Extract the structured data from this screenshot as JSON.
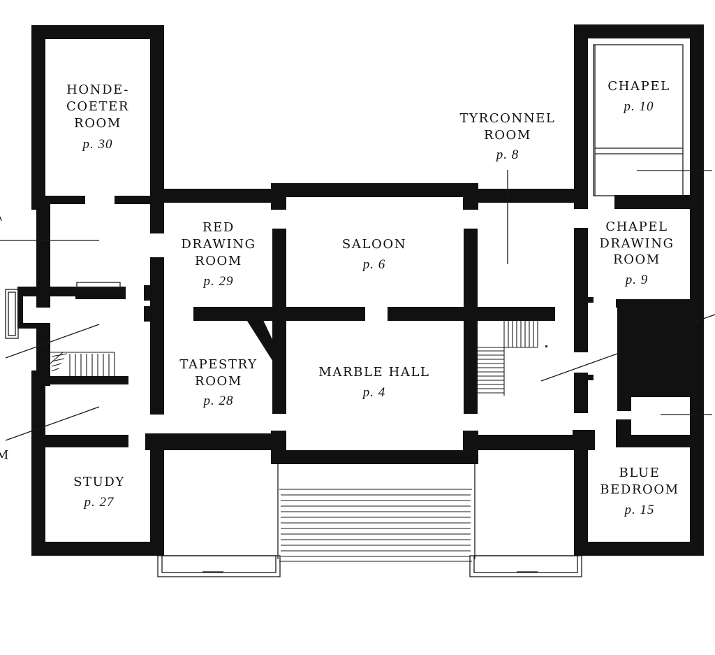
{
  "rooms": {
    "hondecoeter": {
      "line1": "HONDE-",
      "line2": "COETER",
      "line3": "ROOM",
      "page": "p. 30"
    },
    "chapel": {
      "line1": "CHAPEL",
      "page": "p. 10"
    },
    "tyrconnel": {
      "line1": "TYRCONNEL",
      "line2": "ROOM",
      "page": "p. 8"
    },
    "red_drawing": {
      "line1": "RED",
      "line2": "DRAWING",
      "line3": "ROOM",
      "page": "p. 29"
    },
    "saloon": {
      "line1": "SALOON",
      "page": "p. 6"
    },
    "chapel_drawing": {
      "line1": "CHAPEL",
      "line2": "DRAWING",
      "line3": "ROOM",
      "page": "p. 9"
    },
    "tapestry": {
      "line1": "TAPESTRY",
      "line2": "ROOM",
      "page": "p. 28"
    },
    "marble_hall": {
      "line1": "MARBLE HALL",
      "page": "p. 4"
    },
    "study": {
      "line1": "STUDY",
      "page": "p. 27"
    },
    "blue_bedroom": {
      "line1": "BLUE",
      "line2": "BEDROOM",
      "page": "p. 15"
    }
  },
  "edge_glyph": "M"
}
